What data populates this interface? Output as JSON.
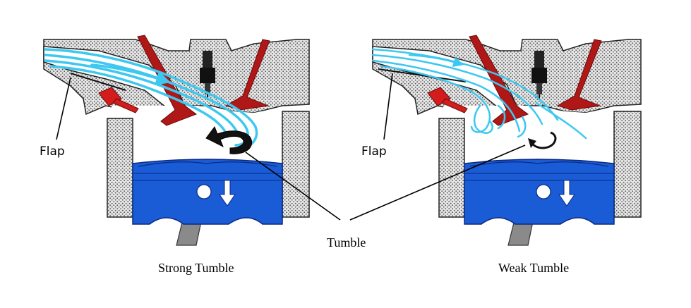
{
  "labels": {
    "flap_left": "Flap",
    "flap_right": "Flap",
    "tumble": "Tumble",
    "caption_left": "Strong Tumble",
    "caption_right": "Weak Tumble"
  },
  "colors": {
    "piston": "#1a5bd6",
    "piston_top": "#2a6cf0",
    "valve": "#b01818",
    "airflow": "#3cc8f0",
    "injector": "#d41c1c",
    "tumble_arrow": "#111111",
    "rod": "#777777"
  }
}
